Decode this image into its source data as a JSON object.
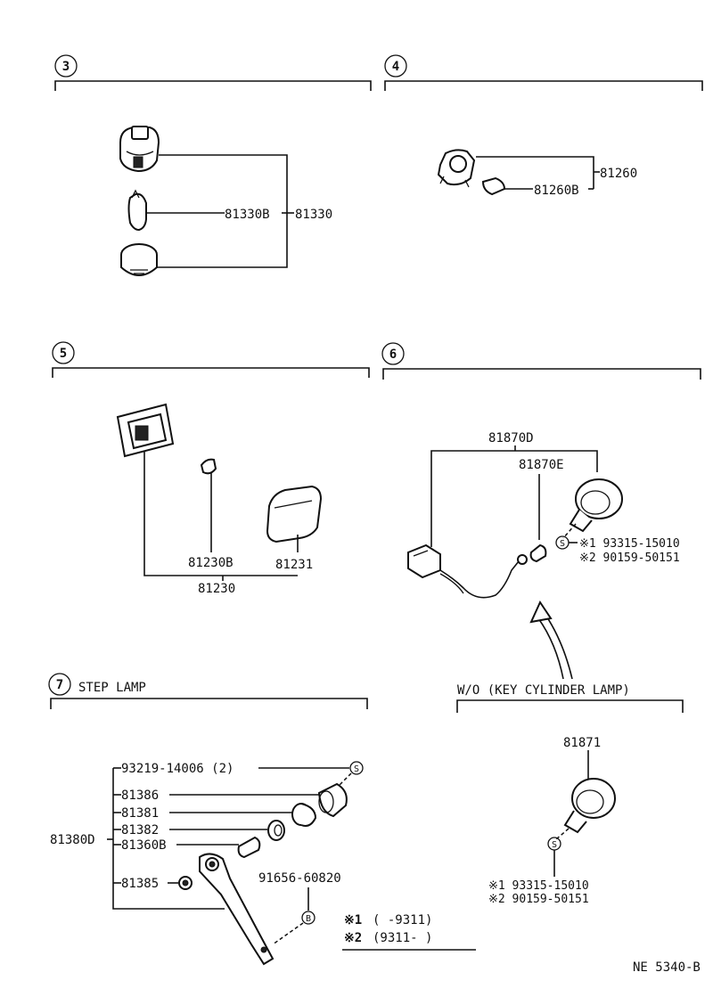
{
  "sections": {
    "s3": {
      "number": "3"
    },
    "s4": {
      "number": "4"
    },
    "s5": {
      "number": "5"
    },
    "s6": {
      "number": "6"
    },
    "s7": {
      "number": "7",
      "title": "STEP LAMP"
    }
  },
  "parts": {
    "p81330B": "81330B",
    "p81330": "81330",
    "p81260": "81260",
    "p81260B": "81260B",
    "p81230B": "81230B",
    "p81231": "81231",
    "p81230": "81230",
    "p81870D": "81870D",
    "p81870E": "81870E",
    "p81871": "81871",
    "p93219": "93219-14006 (2)",
    "p81386": "81386",
    "p81381": "81381",
    "p81382": "81382",
    "p81380D": "81380D",
    "p81360B": "81360B",
    "p81385": "81385",
    "p91656": "91656-60820"
  },
  "screws": {
    "s6_note1": "※1 93315-15010",
    "s6_note2": "※2 90159-50151",
    "wo_note1": "※1 93315-15010",
    "wo_note2": "※2 90159-50151",
    "s_mark": "S",
    "b_mark": "B"
  },
  "wo_caption": "W/O (KEY CYLINDER LAMP)",
  "legend": {
    "row1_mark": "※1",
    "row1_text": "(       -9311)",
    "row2_mark": "※2",
    "row2_text": "(9311-       )"
  },
  "figure_id": "NE 5340-B"
}
